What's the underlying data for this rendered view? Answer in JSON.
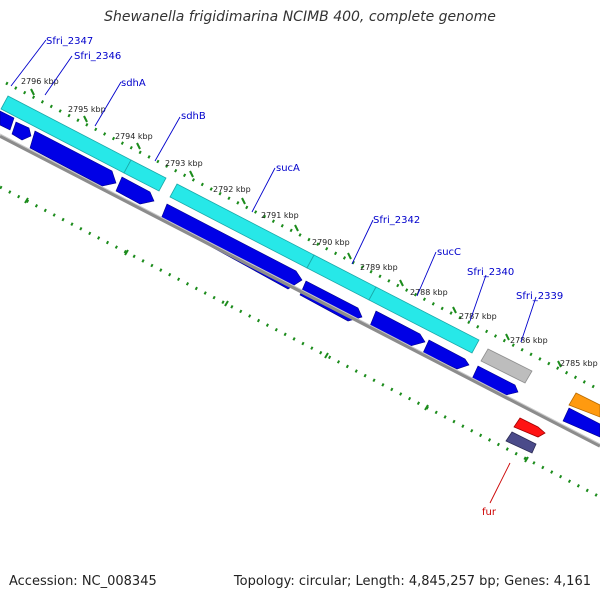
{
  "title": "Shewanella frigidimarina NCIMB 400, complete genome",
  "footer": {
    "accession": "Accession: NC_008345",
    "stats": "Topology: circular; Length: 4,845,257 bp; Genes: 4,161"
  },
  "colors": {
    "cds_forward": "#0000e6",
    "gene_band": "#27e8e8",
    "backbone": "#8c8c8c",
    "tick": "#1c8c1c",
    "label": "#0000cc",
    "fur_label": "#cc0000",
    "fur_gene": "#ff1414",
    "fur_cds": "#4b4b8a",
    "grey_gene": "#bdbdbd",
    "orange_gene": "#ff9a10"
  },
  "scale_labels": [
    "2796 kbp",
    "2795 kbp",
    "2794 kbp",
    "2793 kbp",
    "2792 kbp",
    "2791 kbp",
    "2790 kbp",
    "2789 kbp",
    "2788 kbp",
    "2787 kbp",
    "2786 kbp",
    "2785 kbp"
  ],
  "gene_labels": [
    "Sfri_2347",
    "Sfri_2346",
    "sdhA",
    "sdhB",
    "sucA",
    "Sfri_2342",
    "sucC",
    "Sfri_2340",
    "Sfri_2339",
    "fur"
  ]
}
